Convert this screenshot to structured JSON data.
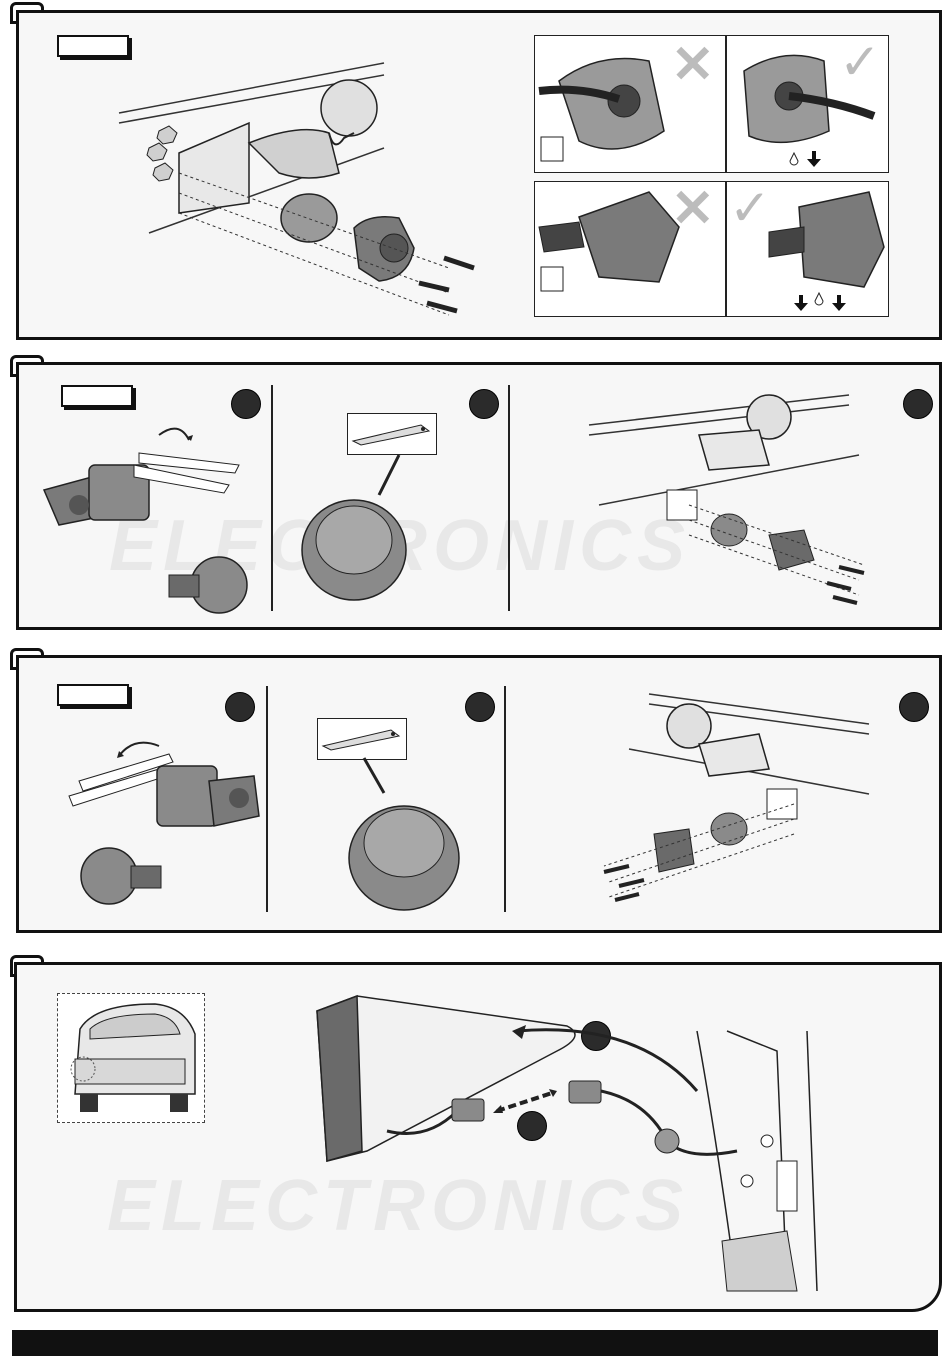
{
  "document": {
    "watermark_text": "ELECTRONICS",
    "panels": [
      {
        "id": "panel-1",
        "has_label_box": true,
        "variants": 0
      },
      {
        "id": "panel-2",
        "has_label_box": true,
        "variants": 3
      },
      {
        "id": "panel-3",
        "has_label_box": true,
        "variants": 3
      },
      {
        "id": "panel-4",
        "has_label_box": false,
        "variants": 2
      }
    ],
    "symbols": {
      "wrong": "✕",
      "right": "✓"
    },
    "colors": {
      "frame": "#111111",
      "panel_fill": "#f7f7f7",
      "marker": "#2b2b2b",
      "part_fill": "#8a8a8a"
    }
  }
}
